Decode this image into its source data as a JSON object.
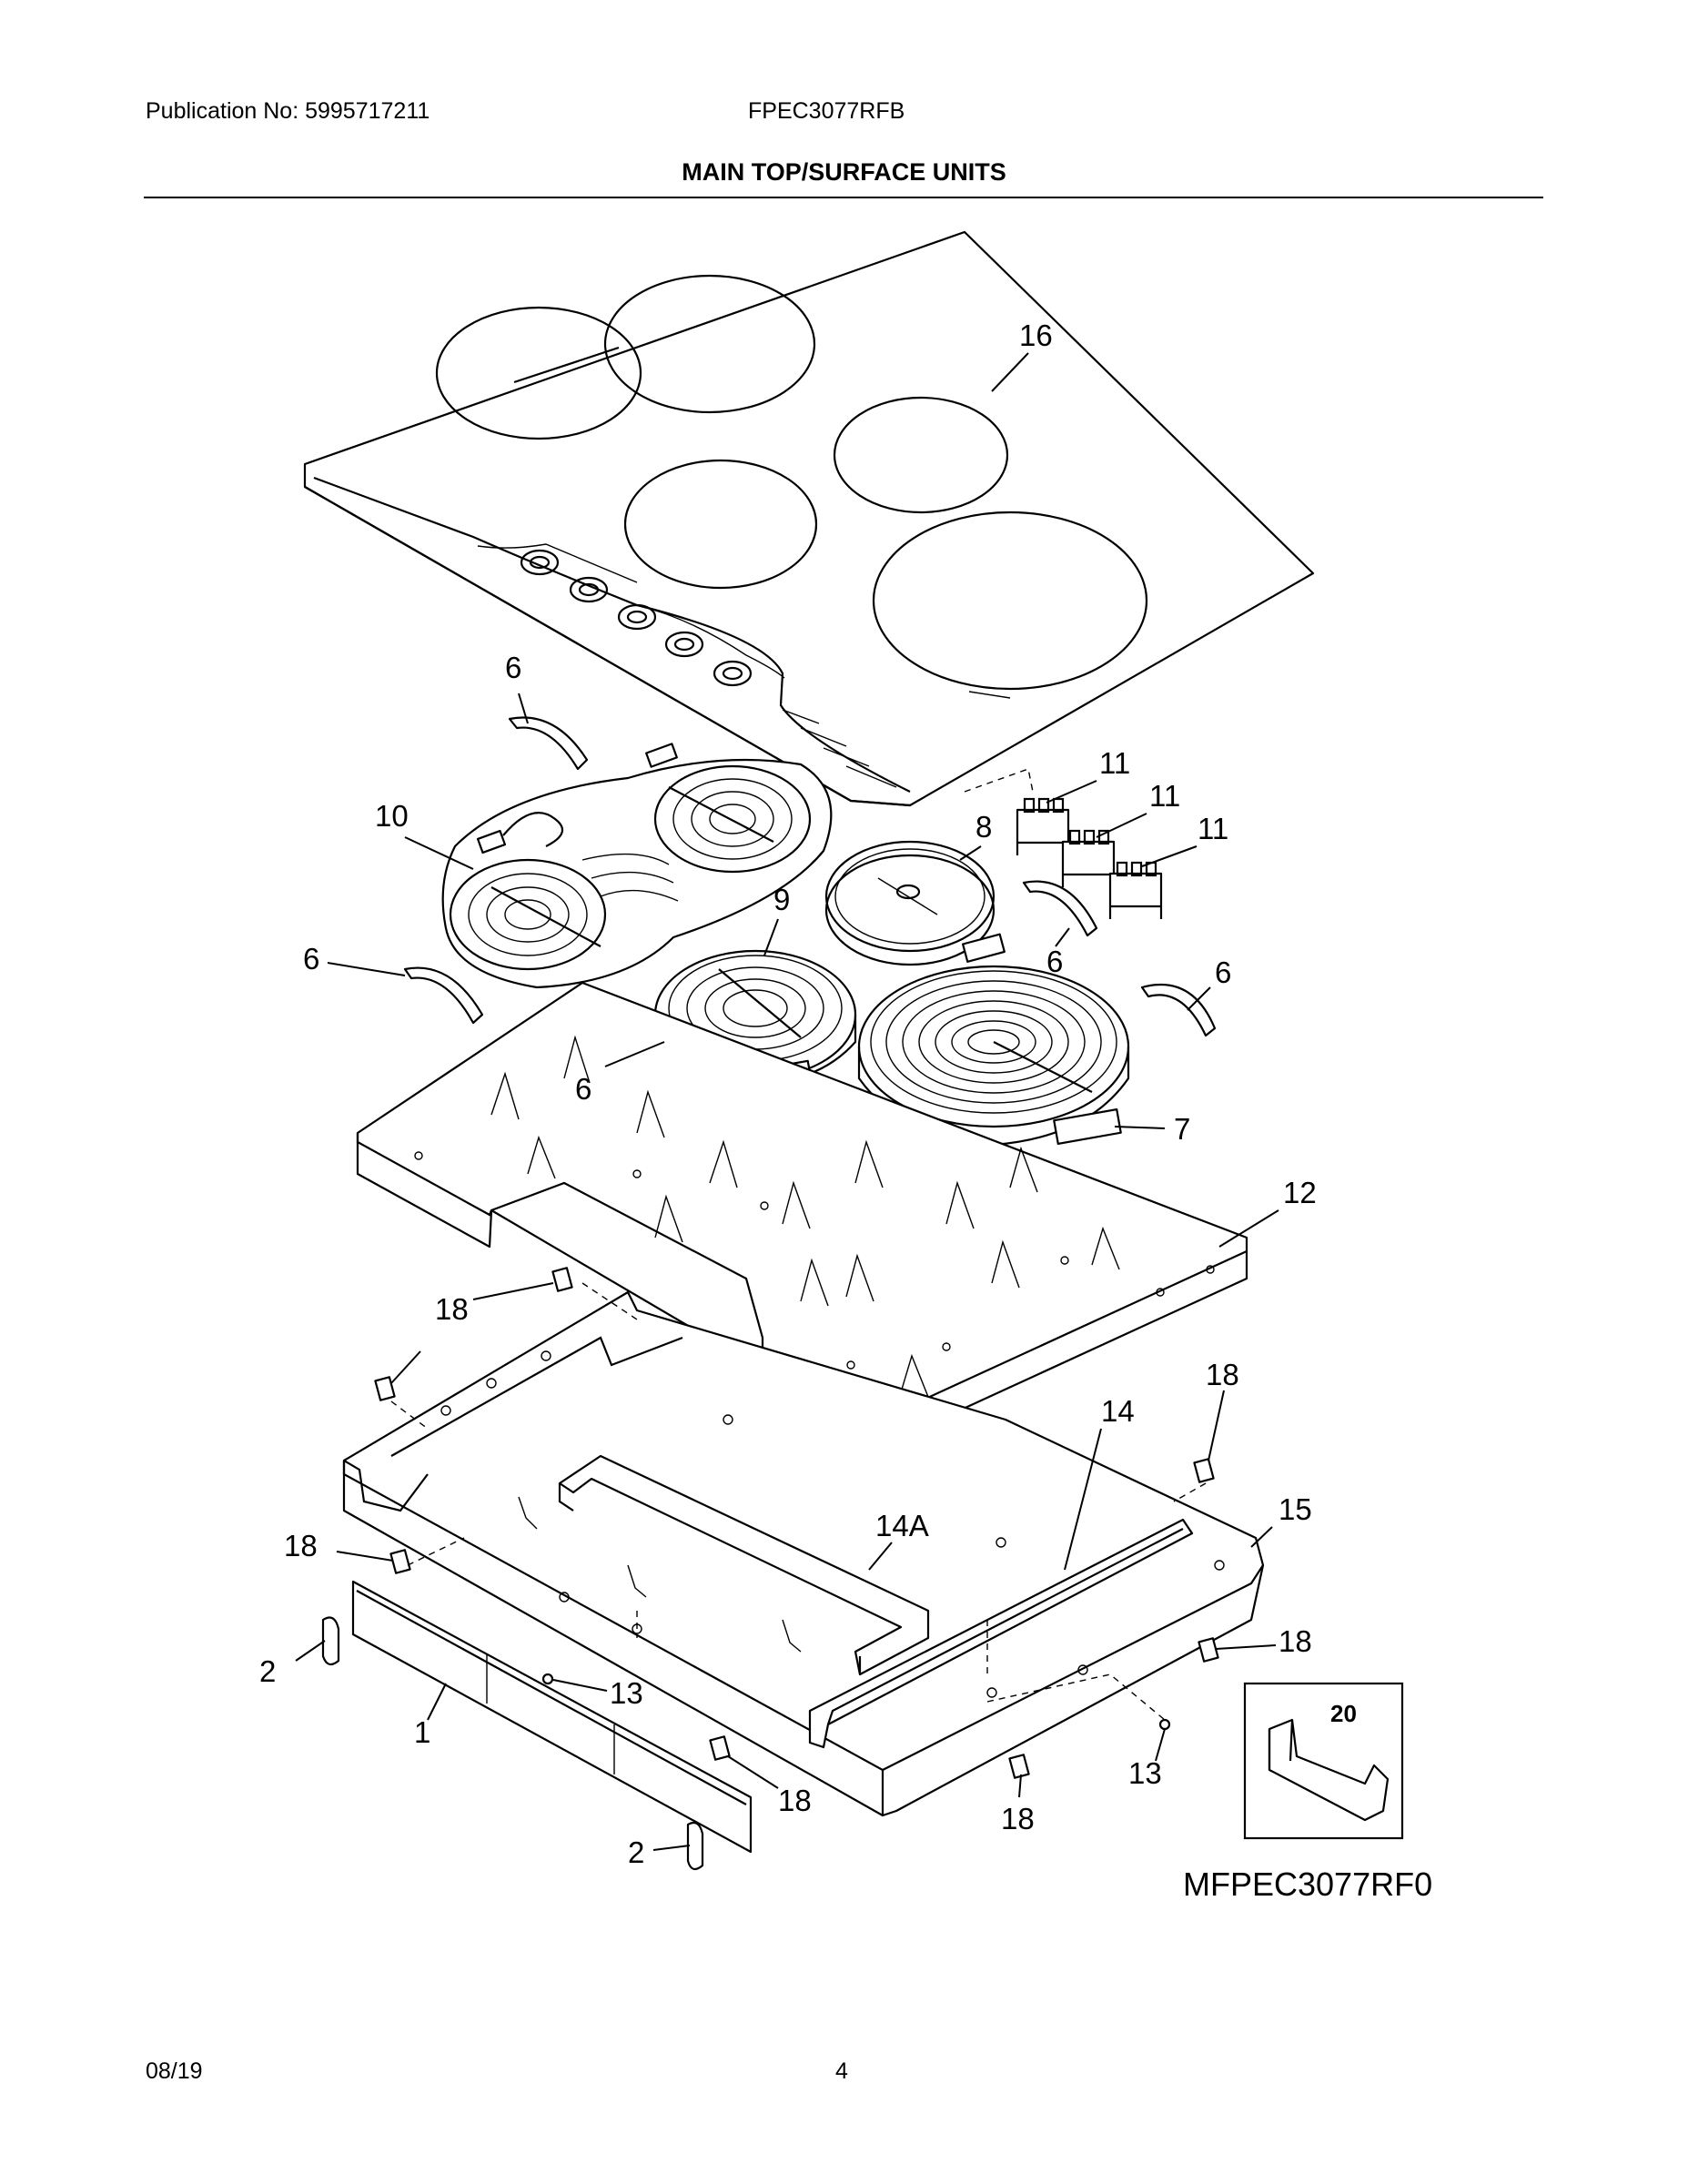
{
  "header": {
    "publication": "Publication No: 5995717211",
    "model": "FPEC3077RFB",
    "section_title": "MAIN TOP/SURFACE UNITS"
  },
  "diagram": {
    "callouts": [
      {
        "id": "16",
        "text": "16"
      },
      {
        "id": "6a",
        "text": "6"
      },
      {
        "id": "10",
        "text": "10"
      },
      {
        "id": "11a",
        "text": "11"
      },
      {
        "id": "11b",
        "text": "11"
      },
      {
        "id": "11c",
        "text": "11"
      },
      {
        "id": "8",
        "text": "8"
      },
      {
        "id": "9",
        "text": "9"
      },
      {
        "id": "6b",
        "text": "6"
      },
      {
        "id": "6c",
        "text": "6"
      },
      {
        "id": "6d",
        "text": "6"
      },
      {
        "id": "6e",
        "text": "6"
      },
      {
        "id": "7",
        "text": "7"
      },
      {
        "id": "12",
        "text": "12"
      },
      {
        "id": "18a",
        "text": "18"
      },
      {
        "id": "18b",
        "text": "18"
      },
      {
        "id": "14",
        "text": "14"
      },
      {
        "id": "14A",
        "text": "14A"
      },
      {
        "id": "15",
        "text": "15"
      },
      {
        "id": "18c",
        "text": "18"
      },
      {
        "id": "18d",
        "text": "18"
      },
      {
        "id": "2a",
        "text": "2"
      },
      {
        "id": "13a",
        "text": "13"
      },
      {
        "id": "1",
        "text": "1"
      },
      {
        "id": "18e",
        "text": "18"
      },
      {
        "id": "18f",
        "text": "18"
      },
      {
        "id": "13b",
        "text": "13"
      },
      {
        "id": "2b",
        "text": "2"
      },
      {
        "id": "20",
        "text": "20"
      }
    ],
    "reference_code": "MFPEC3077RF0"
  },
  "footer": {
    "date": "08/19",
    "page": "4"
  }
}
